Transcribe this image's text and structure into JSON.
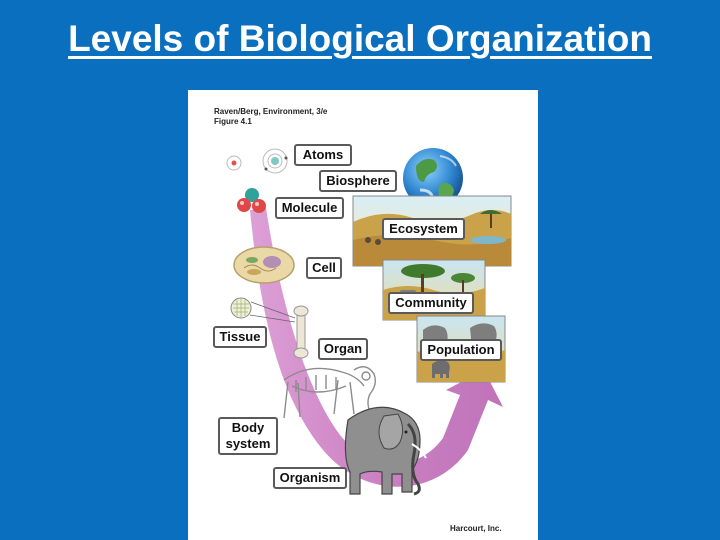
{
  "slide": {
    "title": "Levels of Biological Organization"
  },
  "figure": {
    "credit_source": "Raven/Berg, Environment, 3/e",
    "credit_figure": "Figure 4.1",
    "credit_publisher": "Harcourt, Inc."
  },
  "levels": {
    "atoms": "Atoms",
    "biosphere": "Biosphere",
    "molecule": "Molecule",
    "ecosystem": "Ecosystem",
    "cell": "Cell",
    "community": "Community",
    "tissue": "Tissue",
    "organ": "Organ",
    "population": "Population",
    "body_system": "Body system",
    "organism": "Organism"
  },
  "colors": {
    "background": "#0a6fbf",
    "arrow": "#c26bb8",
    "label_border": "#5a5a5a"
  }
}
